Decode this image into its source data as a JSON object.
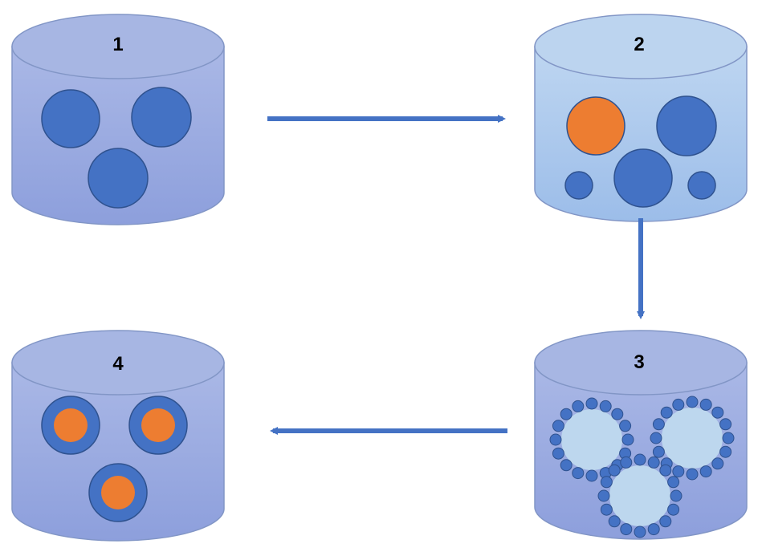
{
  "diagram": {
    "colors": {
      "cylinder_top_dark": "#a7b6e3",
      "cylinder_body_dark_top": "#aab8e6",
      "cylinder_body_dark_bottom": "#8d9fdc",
      "cylinder_top_light": "#bcd4ef",
      "cylinder_body_light_top": "#bed6f1",
      "cylinder_body_light_bottom": "#9cbde9",
      "cylinder_outline": "#8296c6",
      "blue_particle": "#4472c4",
      "blue_particle_outline": "#2f528f",
      "orange_particle": "#ed7d31",
      "pale_core": "#bdd7ee",
      "arrow": "#4472c4"
    },
    "cylinders": [
      {
        "id": "1",
        "label": "1",
        "variant": "dark"
      },
      {
        "id": "2",
        "label": "2",
        "variant": "light"
      },
      {
        "id": "3",
        "label": "3",
        "variant": "dark"
      },
      {
        "id": "4",
        "label": "4",
        "variant": "dark"
      }
    ],
    "arrows": [
      {
        "from": "1",
        "to": "2"
      },
      {
        "from": "2",
        "to": "3"
      },
      {
        "from": "3",
        "to": "4"
      }
    ]
  }
}
